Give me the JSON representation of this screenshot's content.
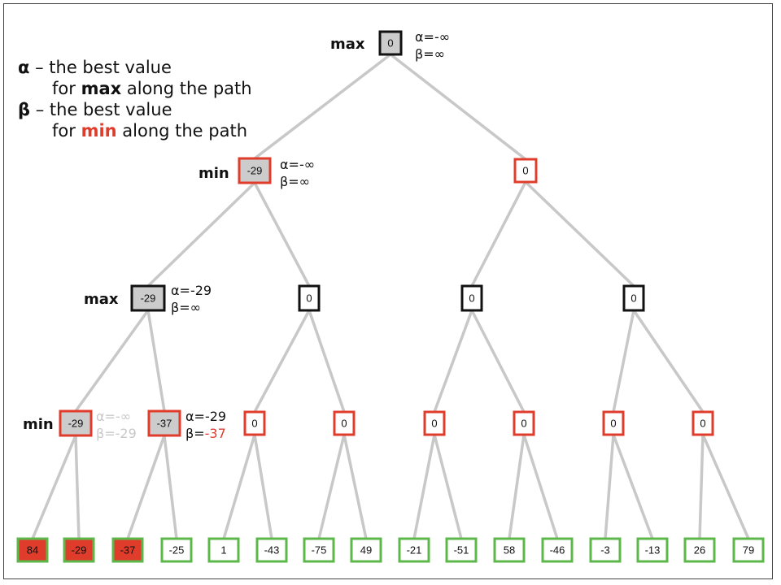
{
  "legend": {
    "alpha_symbol": "α",
    "alpha_line1": " – the best value",
    "alpha_line2_pre": "for ",
    "alpha_line2_bold": "max",
    "alpha_line2_post": " along the path",
    "beta_symbol": "β",
    "beta_line1": " – the best value",
    "beta_line2_pre": "for ",
    "beta_line2_red": "min",
    "beta_line2_post": " along the path"
  },
  "level_labels": {
    "root": "max",
    "level1": "min",
    "level2": "max",
    "level3": "min"
  },
  "annotations": {
    "root_alpha": "α=-∞",
    "root_beta": "β=∞",
    "l1_alpha": "α=-∞",
    "l1_beta": "β=∞",
    "l2_alpha": "α=-29",
    "l2_beta": "β=∞",
    "l3a_alpha": "α=-∞",
    "l3a_beta": "β=-29",
    "l3b_alpha": "α=-29",
    "l3b_beta_prefix": "β=",
    "l3b_beta_value": "-37"
  },
  "colors": {
    "edge": "#c8c8c8",
    "max_border": "#111111",
    "min_border": "#e03c2c",
    "leaf_border": "#5cb84a",
    "visited_fill": "#cccccc",
    "leaf_visited_fill": "#e03c2c",
    "gray_text": "#c8c8c8"
  },
  "tree": {
    "root": {
      "value": "0",
      "type": "max",
      "visited": true
    },
    "level1": [
      {
        "value": "-29",
        "type": "min",
        "visited": true
      },
      {
        "value": "0",
        "type": "min",
        "visited": false
      }
    ],
    "level2": [
      {
        "value": "-29",
        "type": "max",
        "visited": true
      },
      {
        "value": "0",
        "type": "max",
        "visited": false
      },
      {
        "value": "0",
        "type": "max",
        "visited": false
      },
      {
        "value": "0",
        "type": "max",
        "visited": false
      }
    ],
    "level3": [
      {
        "value": "-29",
        "type": "min",
        "visited": true
      },
      {
        "value": "-37",
        "type": "min",
        "visited": true
      },
      {
        "value": "0",
        "type": "min",
        "visited": false
      },
      {
        "value": "0",
        "type": "min",
        "visited": false
      },
      {
        "value": "0",
        "type": "min",
        "visited": false
      },
      {
        "value": "0",
        "type": "min",
        "visited": false
      },
      {
        "value": "0",
        "type": "min",
        "visited": false
      },
      {
        "value": "0",
        "type": "min",
        "visited": false
      }
    ],
    "leaves": [
      {
        "value": "84",
        "visited": true
      },
      {
        "value": "-29",
        "visited": true
      },
      {
        "value": "-37",
        "visited": true
      },
      {
        "value": "-25",
        "visited": false
      },
      {
        "value": "1",
        "visited": false
      },
      {
        "value": "-43",
        "visited": false
      },
      {
        "value": "-75",
        "visited": false
      },
      {
        "value": "49",
        "visited": false
      },
      {
        "value": "-21",
        "visited": false
      },
      {
        "value": "-51",
        "visited": false
      },
      {
        "value": "58",
        "visited": false
      },
      {
        "value": "-46",
        "visited": false
      },
      {
        "value": "-3",
        "visited": false
      },
      {
        "value": "-13",
        "visited": false
      },
      {
        "value": "26",
        "visited": false
      },
      {
        "value": "79",
        "visited": false
      }
    ]
  }
}
